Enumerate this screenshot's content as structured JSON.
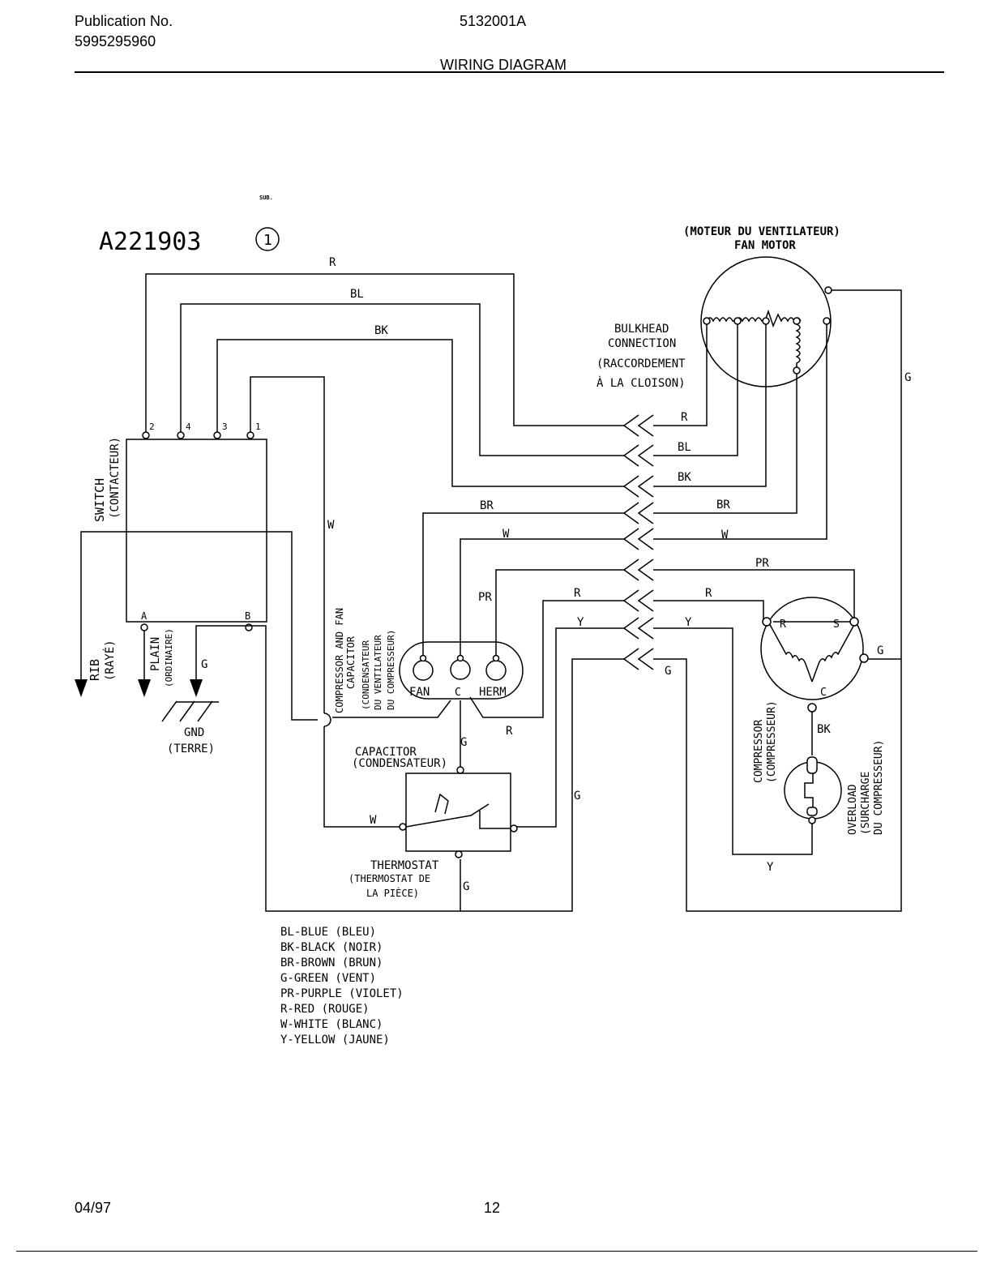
{
  "header": {
    "publication_label": "Publication No.",
    "publication_number": "5995295960",
    "doc_code": "5132001A",
    "title": "WIRING DIAGRAM"
  },
  "diagram": {
    "id": "A221903",
    "sub_label": "SUB.",
    "sub_number": "1",
    "fan_motor_fr": "(MOTEUR DU VENTILATEUR)",
    "fan_motor": "FAN MOTOR",
    "bulkhead": [
      "BULKHEAD",
      "CONNECTION",
      "(RACCORDEMENT",
      "À LA CLOISON)"
    ],
    "switch": "SWITCH",
    "switch_fr": "(CONTACTEUR)",
    "switch_terminals": [
      "2",
      "4",
      "3",
      "1"
    ],
    "switch_bottom_terminals": [
      "A",
      "B"
    ],
    "rib": "RIB",
    "rib_fr": "(RAYÉ)",
    "plain": "PLAIN",
    "plain_fr": "(ORDINAIRE)",
    "gnd": "GND",
    "gnd_fr": "(TERRE)",
    "cap_label": [
      "COMPRESSOR AND FAN",
      "CAPACITOR",
      "(CONDENSATEUR",
      "DU VENTILATEUR",
      "DU COMPRESSEUR)"
    ],
    "cap_fan": "FAN",
    "cap_c": "C",
    "cap_herm": "HERM",
    "capacitor": "CAPACITOR",
    "capacitor_fr": "(CONDENSATEUR)",
    "thermostat": "THERMOSTAT",
    "thermostat_fr": [
      "(THERMOSTAT DE",
      "LA PIÈCE)"
    ],
    "compressor": "COMPRESSOR",
    "compressor_fr": "(COMPRESSEUR)",
    "comp_r": "R",
    "comp_s": "S",
    "comp_c": "C",
    "overload": "OVERLOAD",
    "overload_fr": [
      "(SURCHARGE",
      "DU COMPRESSEUR)"
    ],
    "wire_labels": {
      "r": "R",
      "bl": "BL",
      "bk": "BK",
      "br": "BR",
      "w": "W",
      "pr": "PR",
      "y": "Y",
      "g": "G"
    },
    "legend": [
      "BL-BLUE (BLEU)",
      "BK-BLACK (NOIR)",
      "BR-BROWN (BRUN)",
      "G-GREEN (VENT)",
      "PR-PURPLE (VIOLET)",
      "R-RED (ROUGE)",
      "W-WHITE (BLANC)",
      "Y-YELLOW (JAUNE)"
    ]
  },
  "footer": {
    "date": "04/97",
    "page": "12"
  }
}
